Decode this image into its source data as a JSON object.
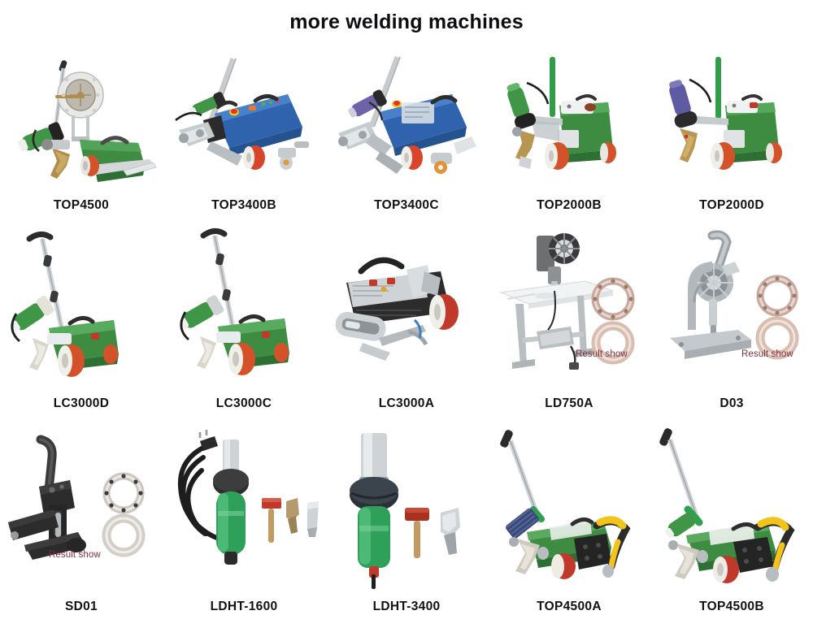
{
  "header": {
    "title": "more welding machines"
  },
  "colors": {
    "title_color": "#0d0d12",
    "caption_color": "#121212",
    "result_tag_color": "#7d2f3c",
    "background": "#ffffff",
    "machine_green": "#3c8a3f",
    "machine_blue": "#2f63ae",
    "roller_orange": "#d4522a",
    "roller_red": "#c0392b",
    "metal_silver": "#c9cdd2",
    "dark_body": "#2b2b2b",
    "brass": "#b08d4a",
    "handle_yellow": "#f2c318"
  },
  "labels": {
    "result_show": "Result show"
  },
  "grid": {
    "columns": 5,
    "rows": [
      {
        "items": [
          {
            "name": "TOP4500",
            "icon": "welder-top4500-icon",
            "has_result_tag": false
          },
          {
            "name": "TOP3400B",
            "icon": "welder-top3400b-icon",
            "has_result_tag": false
          },
          {
            "name": "TOP3400C",
            "icon": "welder-top3400c-icon",
            "has_result_tag": false
          },
          {
            "name": "TOP2000B",
            "icon": "welder-top2000b-icon",
            "has_result_tag": false
          },
          {
            "name": "TOP2000D",
            "icon": "welder-top2000d-icon",
            "has_result_tag": false
          }
        ]
      },
      {
        "items": [
          {
            "name": "LC3000D",
            "icon": "welder-lc3000d-icon",
            "has_result_tag": false
          },
          {
            "name": "LC3000C",
            "icon": "welder-lc3000c-icon",
            "has_result_tag": false
          },
          {
            "name": "LC3000A",
            "icon": "welder-lc3000a-icon",
            "has_result_tag": false
          },
          {
            "name": "LD750A",
            "icon": "eyelet-ld750a-icon",
            "has_result_tag": true
          },
          {
            "name": "D03",
            "icon": "eyelet-d03-icon",
            "has_result_tag": true
          }
        ]
      },
      {
        "items": [
          {
            "name": "SD01",
            "icon": "eyelet-sd01-icon",
            "has_result_tag": true
          },
          {
            "name": "LDHT-1600",
            "icon": "heatgun-1600-icon",
            "has_result_tag": false
          },
          {
            "name": "LDHT-3400",
            "icon": "heatgun-3400-icon",
            "has_result_tag": false
          },
          {
            "name": "TOP4500A",
            "icon": "welder-top4500a-icon",
            "has_result_tag": false
          },
          {
            "name": "TOP4500B",
            "icon": "welder-top4500b-icon",
            "has_result_tag": false
          }
        ]
      }
    ]
  }
}
